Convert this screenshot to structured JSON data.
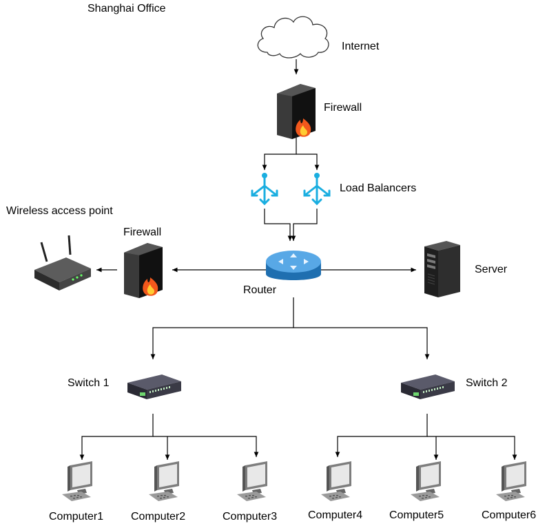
{
  "title": "Shanghai Office",
  "nodes": {
    "internet": {
      "label": "Internet",
      "icon": "cloud-icon"
    },
    "firewall_top": {
      "label": "Firewall",
      "icon": "firewall-icon"
    },
    "load_balancers": {
      "label": "Load Balancers",
      "icon": "load-balancer-icon"
    },
    "wireless_ap": {
      "label": "Wireless access point",
      "icon": "wireless-router-icon"
    },
    "firewall_left": {
      "label": "Firewall",
      "icon": "firewall-icon"
    },
    "router": {
      "label": "Router",
      "icon": "router-icon"
    },
    "server": {
      "label": "Server",
      "icon": "server-icon"
    },
    "switch1": {
      "label": "Switch 1",
      "icon": "switch-icon"
    },
    "switch2": {
      "label": "Switch 2",
      "icon": "switch-icon"
    },
    "computers": [
      {
        "label": "Computer1",
        "icon": "computer-icon"
      },
      {
        "label": "Computer2",
        "icon": "computer-icon"
      },
      {
        "label": "Computer3",
        "icon": "computer-icon"
      },
      {
        "label": "Computer4",
        "icon": "computer-icon"
      },
      {
        "label": "Computer5",
        "icon": "computer-icon"
      },
      {
        "label": "Computer6",
        "icon": "computer-icon"
      }
    ]
  },
  "colors": {
    "connector": "#000000",
    "load_balancer": "#1aaee0",
    "router_blue": "#2b86c9",
    "firewall_body": "#1c1c1c",
    "flame": "#f2581c",
    "monitor": "#8a8a8a"
  }
}
